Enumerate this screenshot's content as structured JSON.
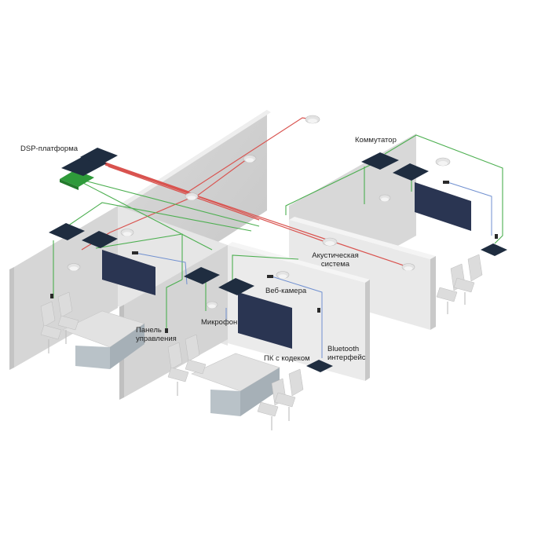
{
  "labels": {
    "dsp": "DSP-платформа",
    "switch": "Коммутатор",
    "speakers_line1": "Акустическая",
    "speakers_line2": "система",
    "webcam": "Веб-камера",
    "panel_line1": "Панель",
    "panel_line2": "управления",
    "mic": "Микрофон",
    "pc": "ПК с кодеком",
    "bt_line1": "Bluetooth",
    "bt_line2": "интерфейс"
  },
  "colors": {
    "wall_front": "#e4e4e4",
    "wall_side": "#d0d0d0",
    "floor": "#f2f2f2",
    "device": "#1f2d40",
    "dsp_board": "#2e9a3a",
    "screen": "#2a3552",
    "cable_red": "#d9534f",
    "cable_green": "#4caf50",
    "cable_blue": "#6f8fd0",
    "furniture": "#dcdcdc",
    "furniture_dark": "#b9c2c8"
  }
}
